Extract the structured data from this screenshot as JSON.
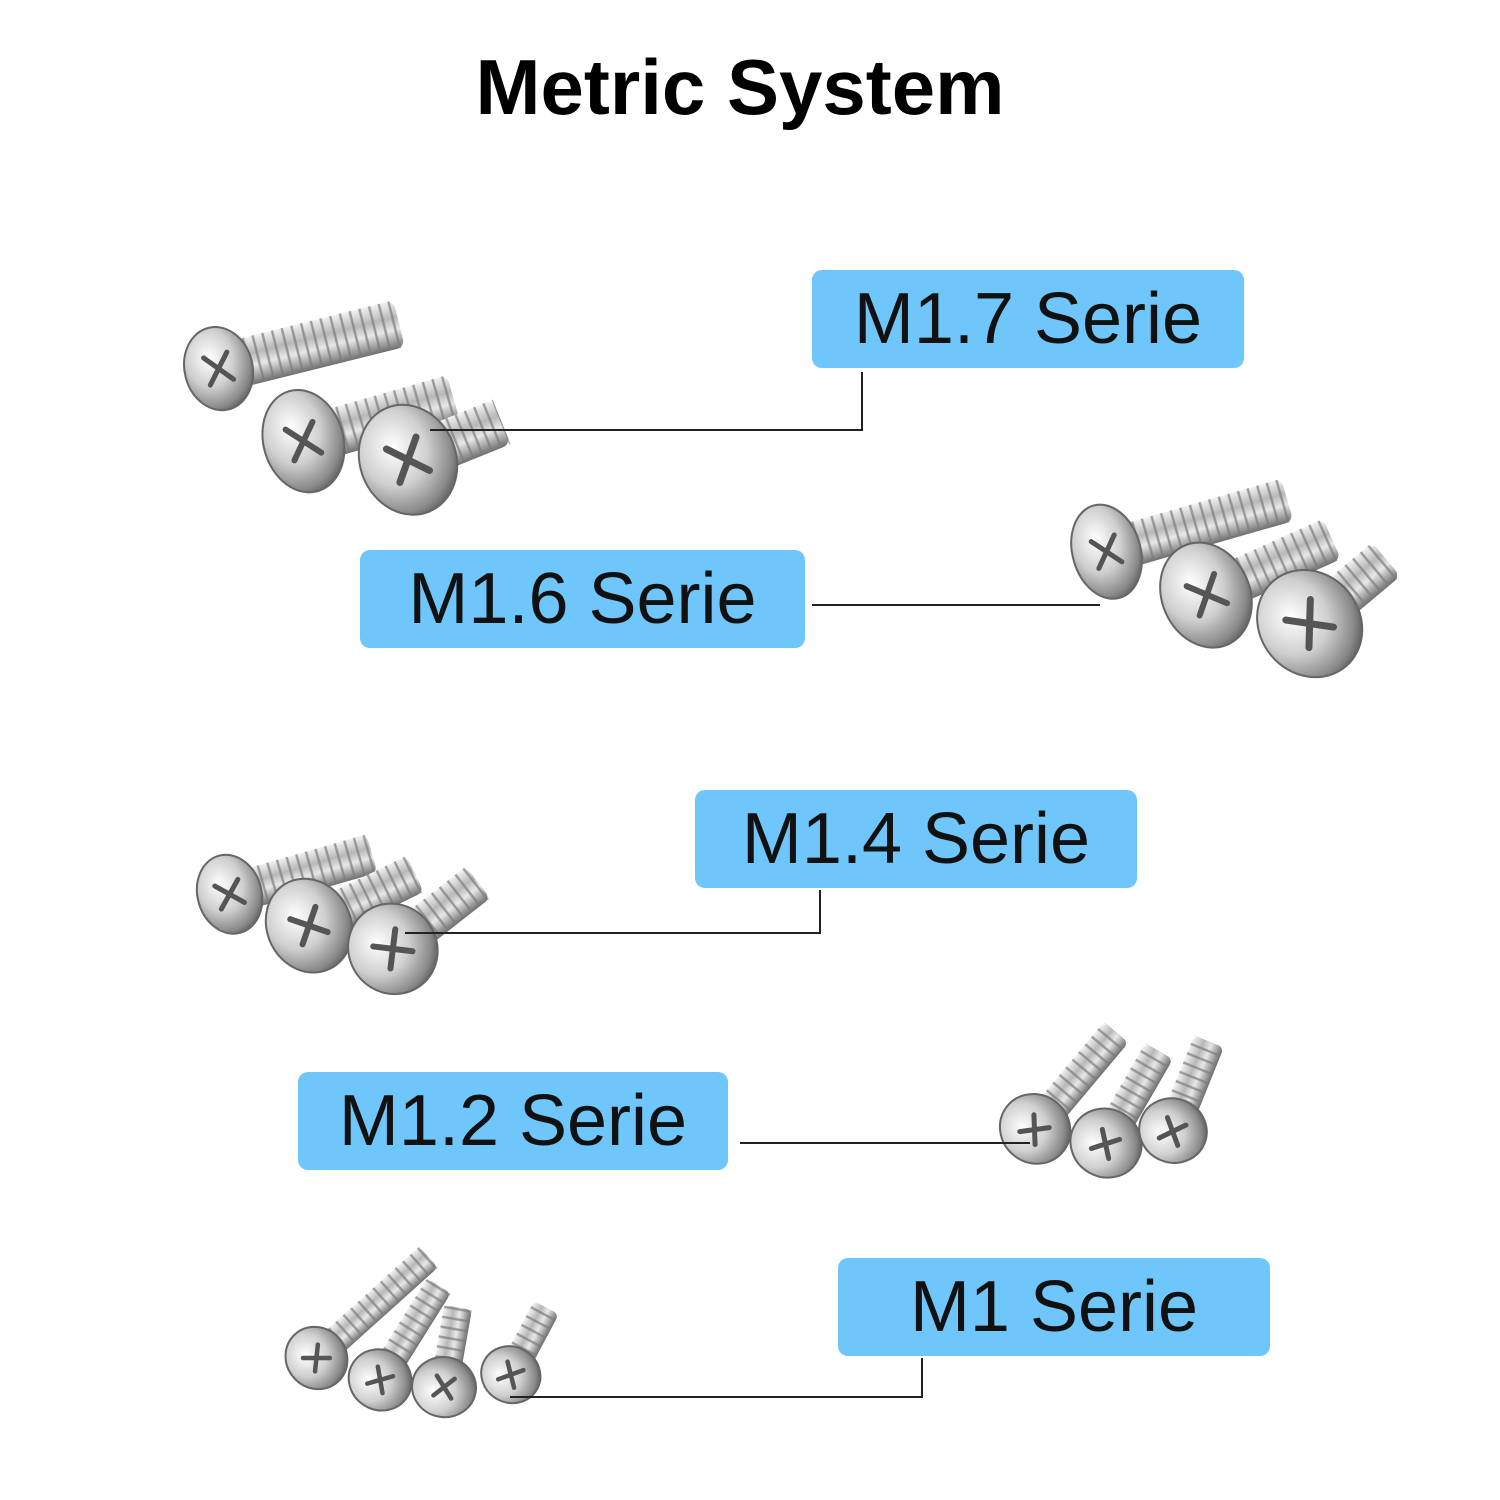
{
  "title": "Metric System",
  "colors": {
    "label_background": "#6fc6fb",
    "leader_line": "#222222",
    "text": "#111111"
  },
  "series": [
    {
      "label": "M1.7 Serie",
      "screw_count": 3
    },
    {
      "label": "M1.6 Serie",
      "screw_count": 3
    },
    {
      "label": "M1.4 Serie",
      "screw_count": 3
    },
    {
      "label": "M1.2 Serie",
      "screw_count": 3
    },
    {
      "label": "M1 Serie",
      "screw_count": 4
    }
  ]
}
